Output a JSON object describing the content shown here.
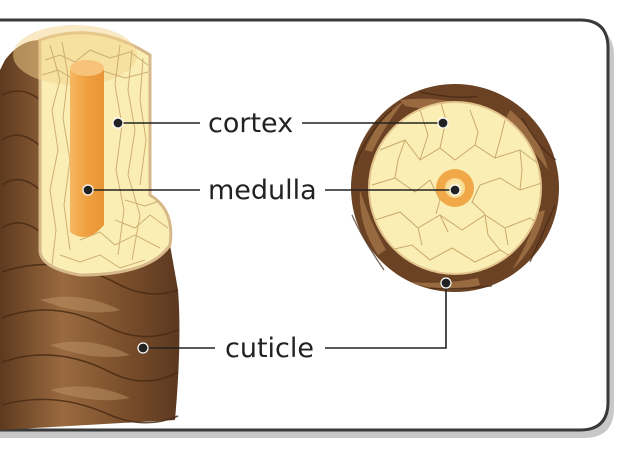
{
  "diagram": {
    "labels": {
      "cortex": "cortex",
      "medulla": "medulla",
      "cuticle": "cuticle"
    }
  },
  "colors": {
    "card_border": "#3a3a3a",
    "cuticle_dark": "#6b4324",
    "cuticle_mid": "#8e5f37",
    "cuticle_light": "#b78a5e",
    "cortex_fill": "#fbeeb5",
    "cortex_lines": "#c9a86a",
    "medulla": "#f0a848",
    "medulla_center": "#fbeeb5",
    "pointer": "#222222"
  }
}
